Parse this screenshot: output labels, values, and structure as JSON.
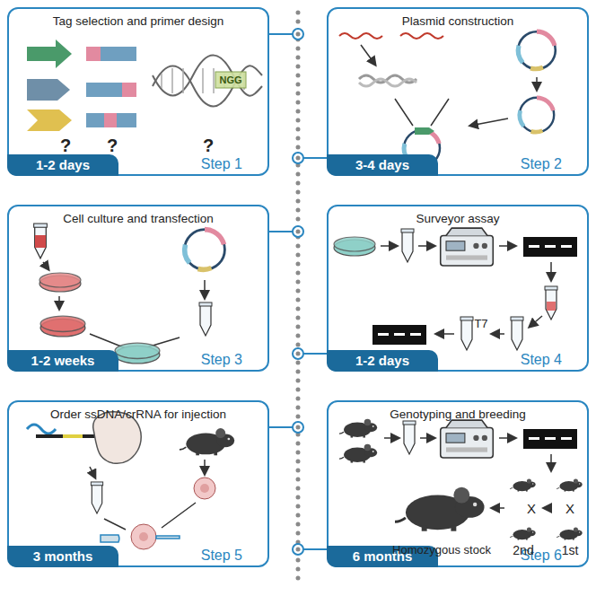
{
  "diagram": {
    "nodes": [
      {
        "text": [
          "Tag selection and primer design",
          "Step 1"
        ]
      },
      {
        "text": [
          "1-2 days"
        ],
        "in": 0
      },
      {
        "text": [
          "Plasmid construction",
          "Step 2"
        ]
      },
      {
        "text": [
          "3-4 days"
        ],
        "in": 2
      },
      {
        "text": [
          "Cell culture and transfection",
          "Step 3"
        ]
      },
      {
        "text": [
          "1-2 weeks"
        ],
        "in": 4
      },
      {
        "text": [
          "Surveyor assay",
          "Step 4"
        ]
      },
      {
        "text": [
          "1-2 days"
        ],
        "in": 6
      },
      {
        "text": [
          "Order ssDNA/crRNA for injection",
          "Step 5"
        ]
      },
      {
        "text": [
          "3 months"
        ],
        "in": 8
      },
      {
        "text": [
          "Genotyping and breeding",
          "Step 6"
        ]
      },
      {
        "text": [
          "6 months"
        ],
        "in": 10
      }
    ],
    "labels": [
      "?",
      "?",
      "?",
      "NGG",
      "T7",
      "X",
      "X",
      "2nd",
      "1st",
      "Homozygous stock"
    ]
  }
}
